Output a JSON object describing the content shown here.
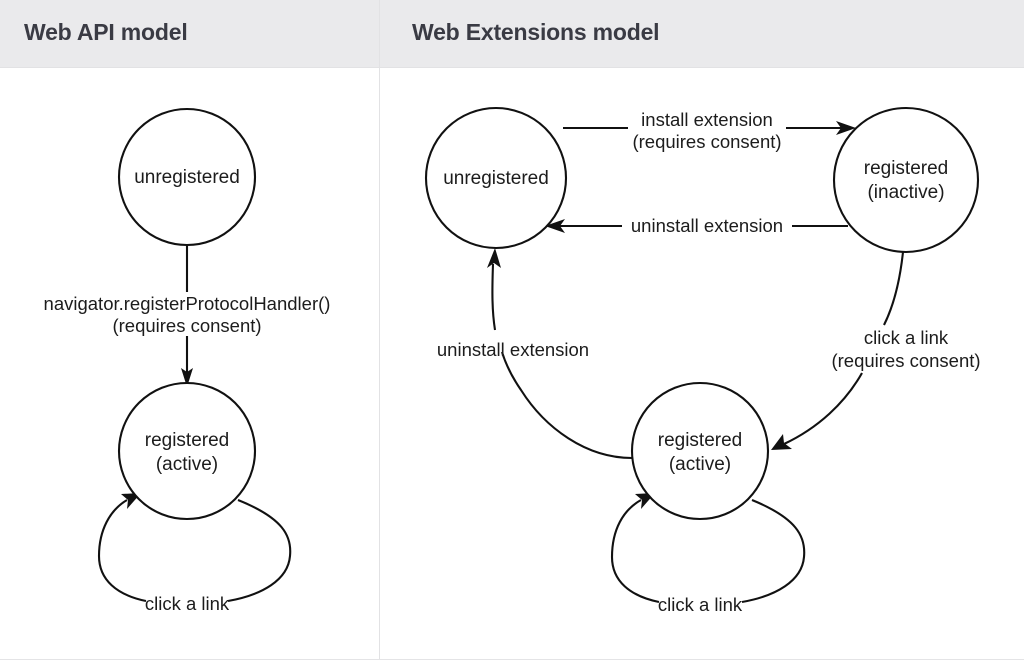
{
  "page": {
    "background": "#ffffff",
    "divider_color": "#e2e2e4",
    "header_background": "#eaeaec",
    "header_text_color": "#3a3b44",
    "stroke_color": "#111111"
  },
  "columns": [
    {
      "id": "web-api-model",
      "title": "Web API model",
      "nodes": [
        {
          "id": "unregistered",
          "label_line1": "unregistered",
          "label_line2": ""
        },
        {
          "id": "registered-active",
          "label_line1": "registered",
          "label_line2": "(active)"
        }
      ],
      "edges": [
        {
          "id": "unregistered-to-registered",
          "from": "unregistered",
          "to": "registered-active",
          "label_line1": "navigator.registerProtocolHandler()",
          "label_line2": "(requires consent)"
        },
        {
          "id": "registered-self-loop",
          "from": "registered-active",
          "to": "registered-active",
          "label_line1": "click a link",
          "label_line2": ""
        }
      ]
    },
    {
      "id": "web-extensions-model",
      "title": "Web Extensions model",
      "nodes": [
        {
          "id": "unregistered",
          "label_line1": "unregistered",
          "label_line2": ""
        },
        {
          "id": "registered-inactive",
          "label_line1": "registered",
          "label_line2": "(inactive)"
        },
        {
          "id": "registered-active",
          "label_line1": "registered",
          "label_line2": "(active)"
        }
      ],
      "edges": [
        {
          "id": "install-extension",
          "from": "unregistered",
          "to": "registered-inactive",
          "label_line1": "install extension",
          "label_line2": "(requires consent)"
        },
        {
          "id": "uninstall-extension-inactive",
          "from": "registered-inactive",
          "to": "unregistered",
          "label_line1": "uninstall extension",
          "label_line2": ""
        },
        {
          "id": "click-a-link-activate",
          "from": "registered-inactive",
          "to": "registered-active",
          "label_line1": "click a link",
          "label_line2": "(requires consent)"
        },
        {
          "id": "uninstall-extension-active",
          "from": "registered-active",
          "to": "unregistered",
          "label_line1": "uninstall extension",
          "label_line2": ""
        },
        {
          "id": "registered-self-loop",
          "from": "registered-active",
          "to": "registered-active",
          "label_line1": "click a link",
          "label_line2": ""
        }
      ]
    }
  ]
}
